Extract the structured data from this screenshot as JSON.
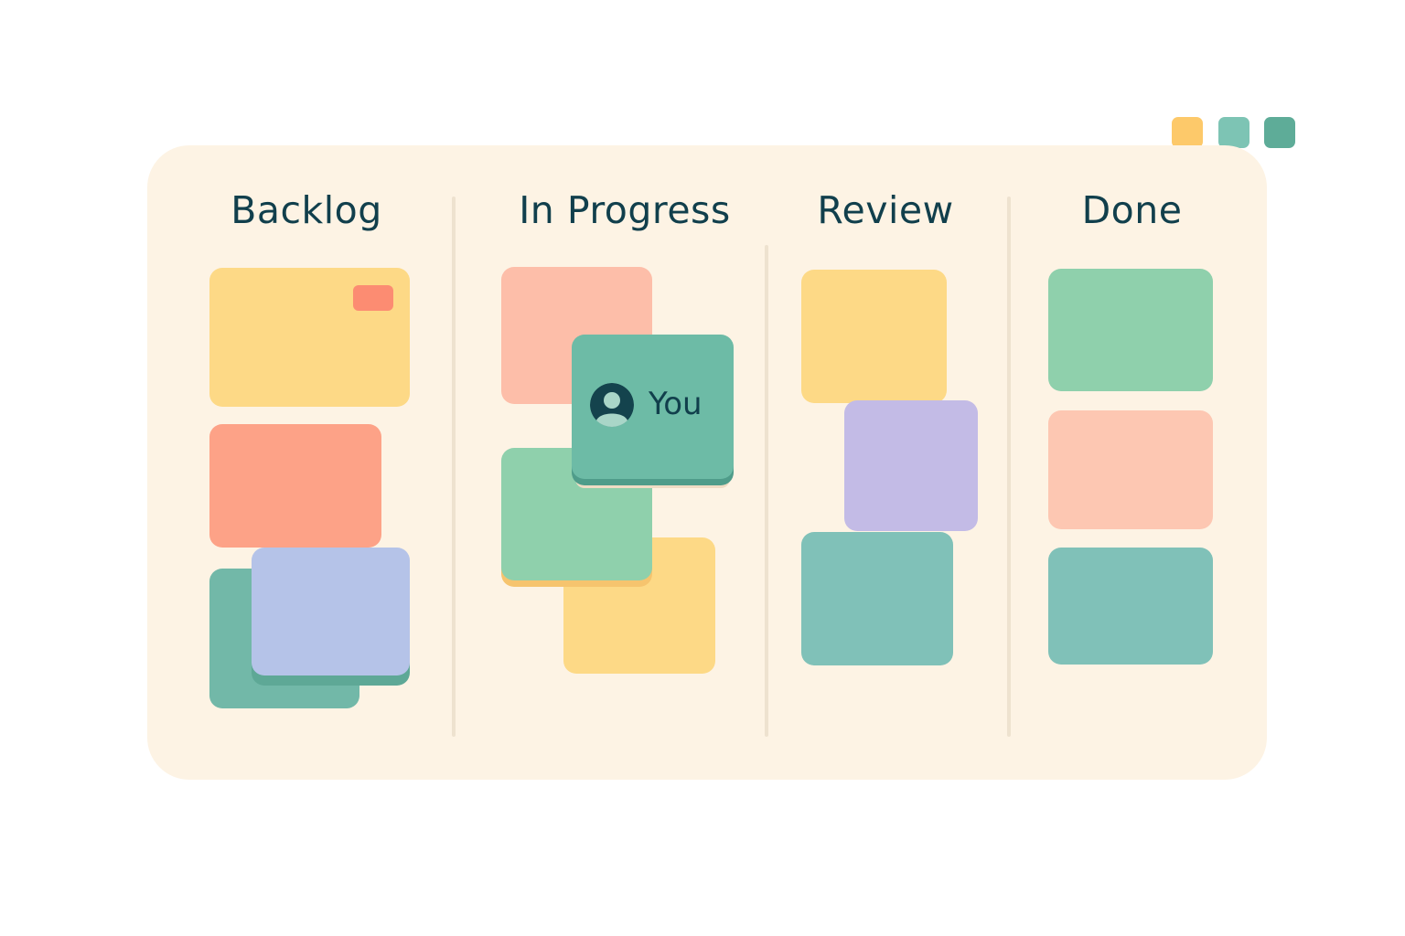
{
  "window_controls": [
    {
      "name": "yellow",
      "color": "#fdc96a"
    },
    {
      "name": "teal",
      "color": "#7dc4b4"
    },
    {
      "name": "green",
      "color": "#5eac98"
    }
  ],
  "board": {
    "background": "#fdf3e4",
    "divider_color": "#eee2cf",
    "columns": [
      {
        "title": "Backlog"
      },
      {
        "title": "In Progress"
      },
      {
        "title": "Review"
      },
      {
        "title": "Done"
      }
    ]
  },
  "drag_card": {
    "label": "You",
    "icon": "user-avatar-icon",
    "color": "#6dbba6"
  },
  "colors": {
    "yellow": "#fdd986",
    "salmon": "#fda287",
    "peach": "#fdbea9",
    "light_peach": "#fdc7b2",
    "green": "#8fd0ac",
    "teal": "#80c1b8",
    "dark_teal": "#72b8a8",
    "periwinkle": "#b5c3e8",
    "lavender": "#c3bbe6",
    "tag_red": "#fc8c72",
    "title": "#113f4c"
  }
}
